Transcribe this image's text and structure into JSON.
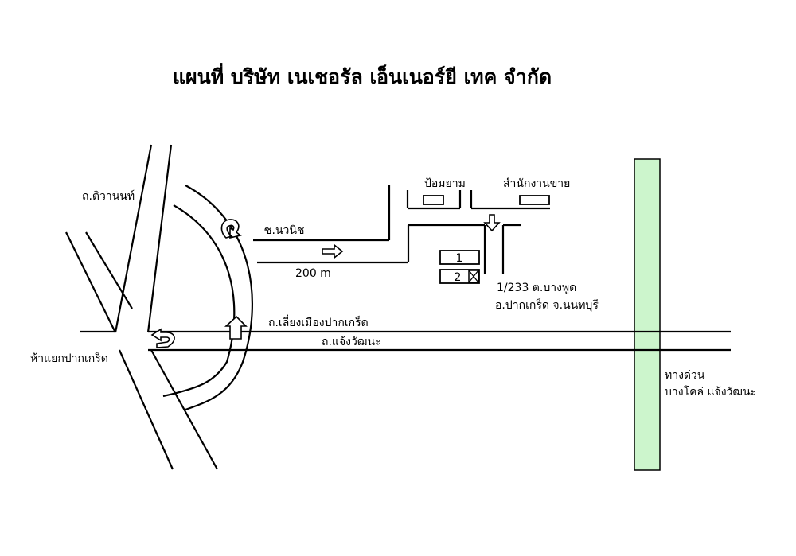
{
  "title": "แผนที่ บริษัท เนเชอรัล เอ็นเนอร์ยี เทค จำกัด",
  "labels": {
    "tiwanon_road": "ถ.ติวานนท์",
    "soi_nawit": "ซ.นวนิช",
    "distance": "200 m",
    "bypass_road": "ถ.เลี่ยงเมืองปากเกร็ด",
    "chaeng_road": "ถ.แจ้งวัฒนะ",
    "pakkret_intersection": "ห้าแยกปากเกร็ด",
    "guard_post": "ป้อมยาม",
    "sales_office": "สำนักงานขาย",
    "building_1": "1",
    "building_2": "2",
    "address_line1": "1/233  ต.บางพูด",
    "address_line2": "อ.ปากเกร็ด จ.นนทบุรี",
    "expressway_line1": "ทางด่วน",
    "expressway_line2": "บางโคล่ แจ้งวัฒนะ"
  },
  "colors": {
    "expressway": "#ccf5cc",
    "ink": "#000000"
  }
}
